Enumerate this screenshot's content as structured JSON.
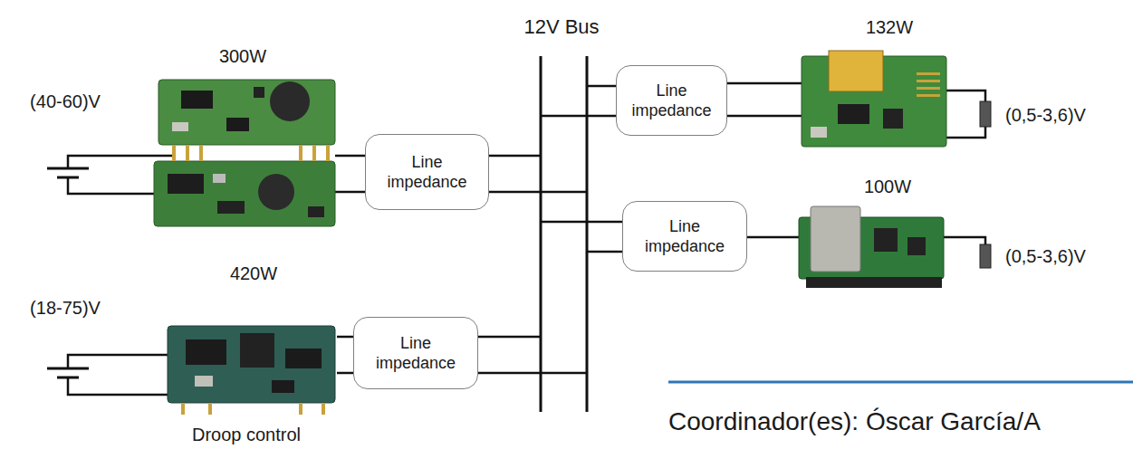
{
  "diagram": {
    "nodes": [
      {
        "text": [
          "Line impedance"
        ]
      },
      {
        "text": [
          "Line impedance"
        ]
      },
      {
        "text": [
          "Line impedance"
        ]
      },
      {
        "text": [
          "Line impedance"
        ]
      }
    ],
    "labels": [
      "12V Bus",
      "132W",
      "300W",
      "(40-60)V",
      "(0,5-3,6)V",
      "100W",
      "(0,5-3,6)V",
      "420W",
      "(18-75)V",
      "Droop control",
      "Coordinador(es): Óscar García/A"
    ]
  }
}
